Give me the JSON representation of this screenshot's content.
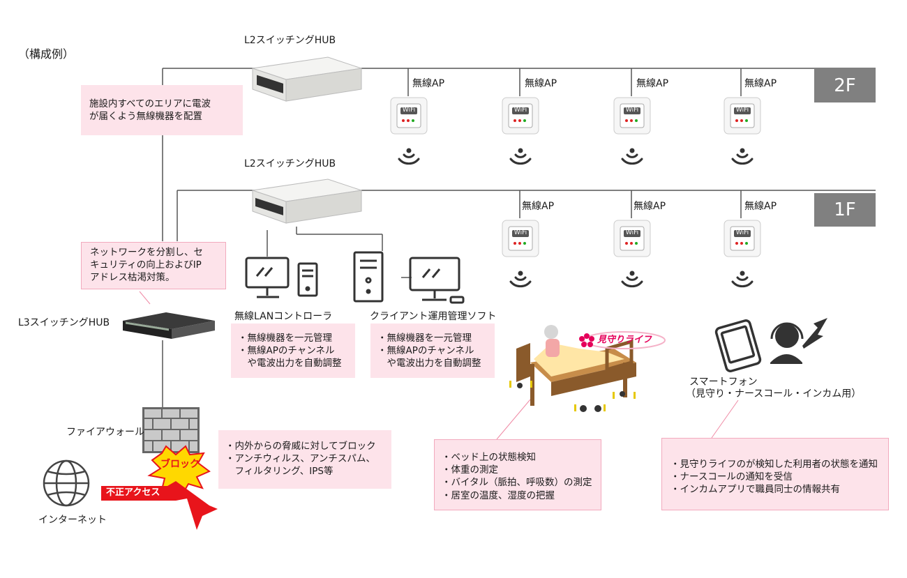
{
  "heading": "（構成例）",
  "floors": {
    "f2": "2F",
    "f1": "1F"
  },
  "l2_hub_label": "L2スイッチングHUB",
  "l3_hub_label": "L3スイッチングHUB",
  "ap_label": "無線AP",
  "wifi_badge": "WiFi",
  "notes": {
    "coverage": [
      "施設内すべてのエリアに電波",
      "が届くよう無線機器を配置"
    ],
    "network": [
      "ネットワークを分割し、セ",
      "キュリティの向上およびIP",
      "アドレス枯渇対策。"
    ],
    "firewall": [
      "・内外からの脅威に対してブロック",
      "・アンチウィルス、アンチスパム、",
      "　フィルタリング、IPS等"
    ],
    "controller": [
      "・無線機器を一元管理",
      "・無線APのチャンネル",
      "　や電波出力を自動調整"
    ],
    "client_soft": [
      "・無線機器を一元管理",
      "・無線APのチャンネル",
      "　や電波出力を自動調整"
    ],
    "bed": [
      "・ベッド上の状態検知",
      "・体重の測定",
      "・バイタル（脈拍、呼吸数）の測定",
      "・居室の温度、湿度の把握"
    ],
    "phone": [
      "・見守りライフのが検知した利用者の状態を通知",
      "・ナースコールの通知を受信",
      "・インカムアプリで職員同士の情報共有"
    ]
  },
  "labels": {
    "wireless_controller": "無線LANコントローラ",
    "client_mgmt": "クライアント運用管理ソフト",
    "firewall": "ファイアウォール",
    "internet": "インターネット",
    "block": "ブロック",
    "illegal_access": "不正アクセス",
    "mimamori": "見守りライフ",
    "smartphone": "スマートフォン",
    "smartphone_sub": "（見守り・ナースコール・インカム用）"
  },
  "colors": {
    "pink_box": "#fde3ea",
    "pink_border": "#f2a9bd",
    "floor_tag": "#808080",
    "alert_red": "#e8141b",
    "accent_pink": "#e5005a",
    "line": "#555555"
  }
}
